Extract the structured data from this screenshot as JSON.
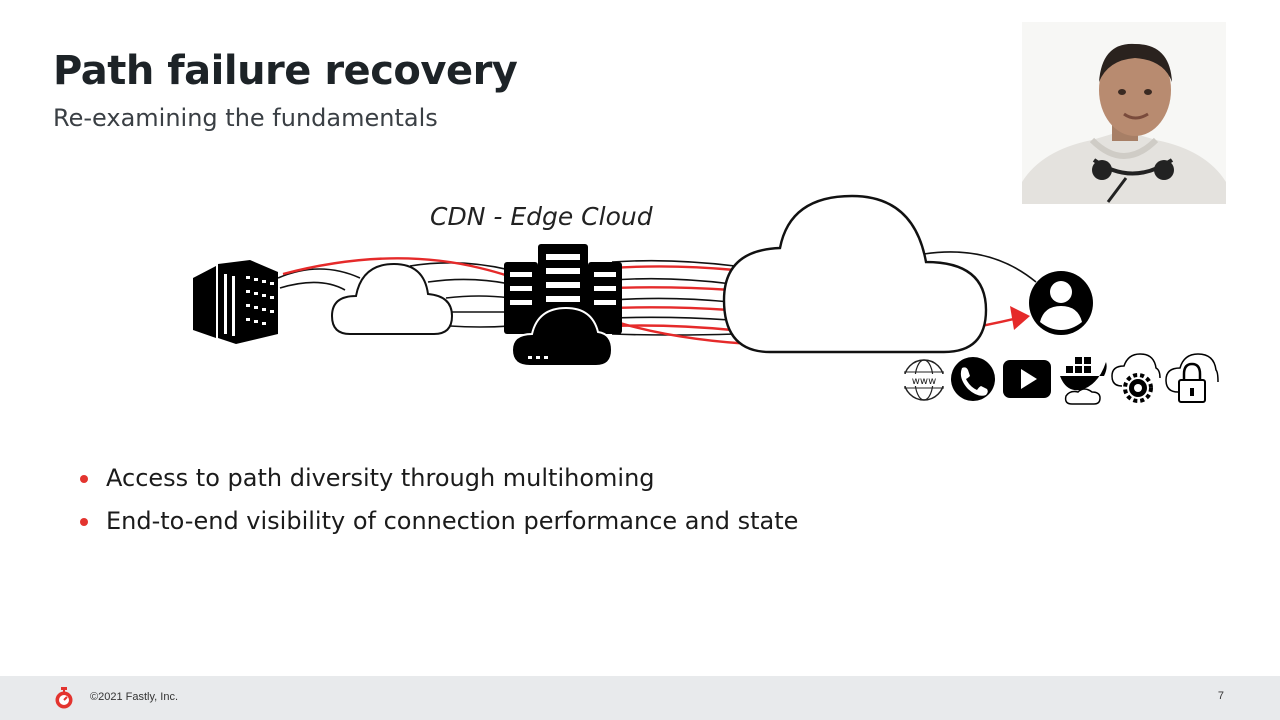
{
  "slide": {
    "title": "Path failure recovery",
    "subtitle": "Re-examining the fundamentals",
    "page_number": "7"
  },
  "diagram": {
    "label": "CDN - Edge Cloud",
    "icons": [
      "origin-server-icon",
      "cloud-icon",
      "edge-server-icon",
      "cloud-icon",
      "user-icon",
      "www-icon",
      "phone-icon",
      "play-icon",
      "docker-icon",
      "cloud-gear-icon",
      "cloud-lock-icon"
    ],
    "colors": {
      "path": "#e52a2a",
      "icon": "#000000"
    }
  },
  "bullets": [
    "Access to path diversity through multihoming",
    "End-to-end visibility of connection performance and state"
  ],
  "footer": {
    "copyright": "©2021 Fastly, Inc."
  },
  "theme": {
    "accent": "#e3342f",
    "title_color": "#1d2327",
    "footer_bg": "#e8eaec"
  }
}
